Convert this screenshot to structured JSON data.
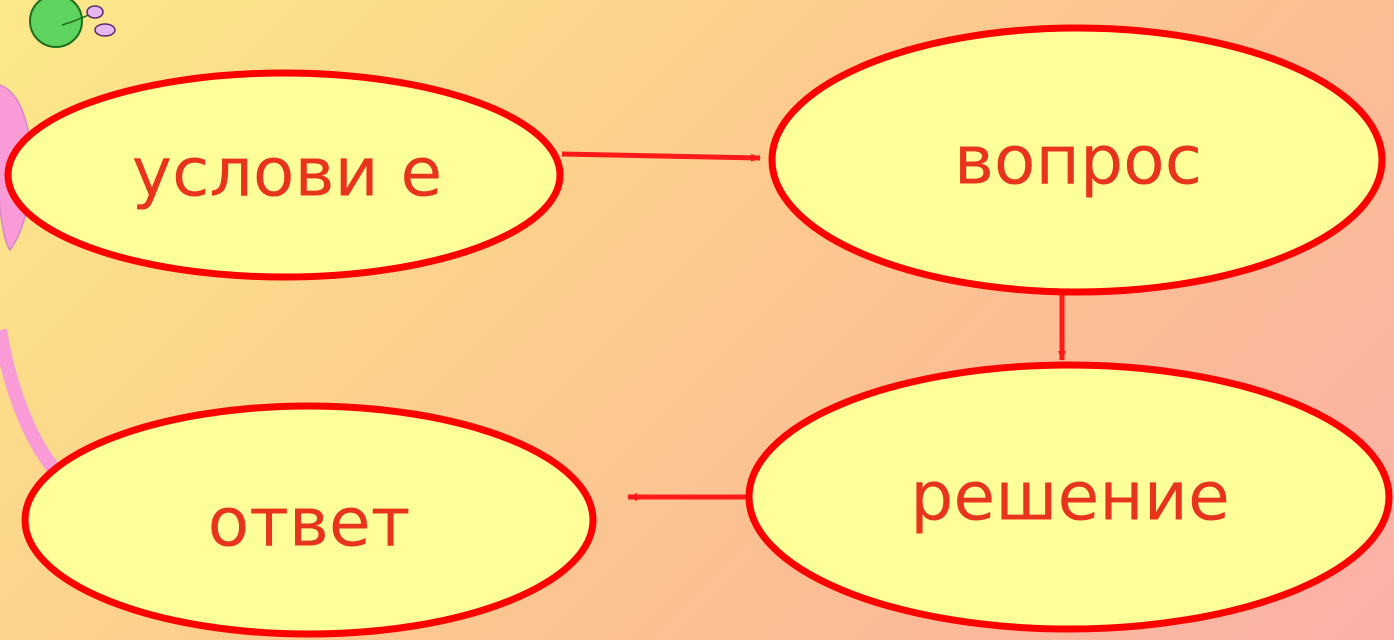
{
  "colors": {
    "node_fill": "#ffff99",
    "node_stroke": "#ff0000",
    "text": "#e8341c",
    "arrow": "#ff1a1a",
    "decor_pink": "#f99bd6",
    "decor_green": "#5fd35f"
  },
  "nodes": [
    {
      "id": "uslovie",
      "label": "услови е"
    },
    {
      "id": "vopros",
      "label": "вопрос"
    },
    {
      "id": "reshenie",
      "label": "решение"
    },
    {
      "id": "otvet",
      "label": "ответ"
    }
  ],
  "edges": [
    {
      "from": "uslovie",
      "to": "vopros"
    },
    {
      "from": "vopros",
      "to": "reshenie"
    },
    {
      "from": "reshenie",
      "to": "otvet"
    }
  ],
  "decoration": {
    "icon": "caterpillar-icon"
  }
}
